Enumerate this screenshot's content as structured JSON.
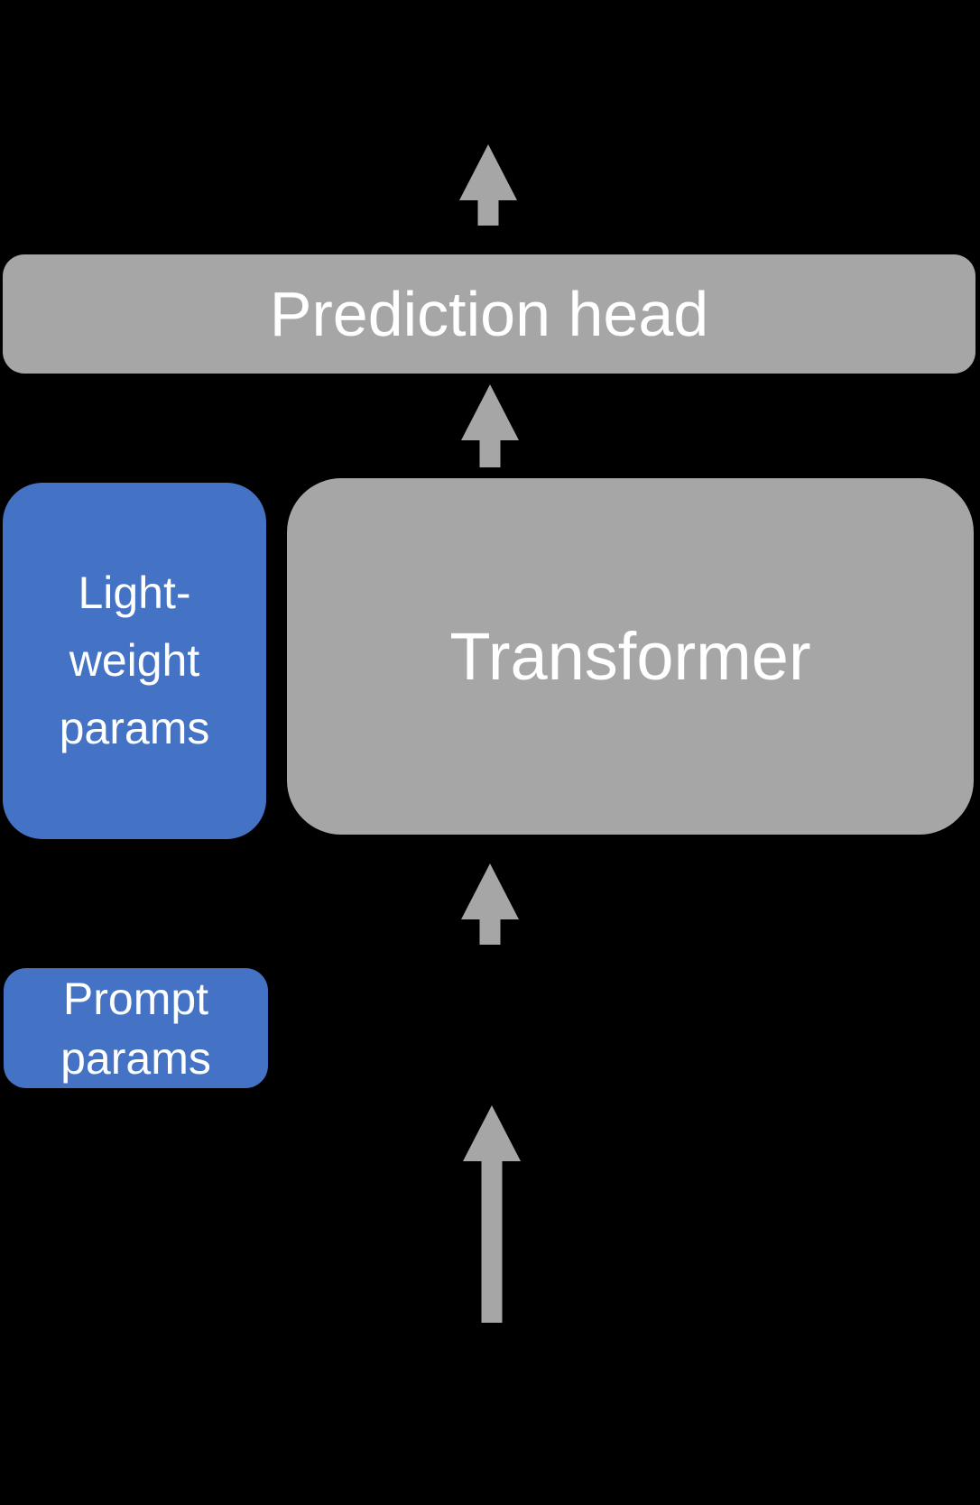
{
  "diagram": {
    "title": "prompt-tuning architecture diagram",
    "background_color": "#000000",
    "colors": {
      "box_gray": "#a6a6a6",
      "box_blue": "#4472c4",
      "arrow_gray": "#a6a6a6",
      "label_text": "#ffffff"
    },
    "nodes": {
      "prediction_head": {
        "label": "Prediction head",
        "color": "#a6a6a6"
      },
      "transformer": {
        "label": "Transformer",
        "color": "#a6a6a6"
      },
      "lightweight_params": {
        "label": "Light-\nweight\nparams",
        "color": "#4472c4"
      },
      "prompt_params": {
        "label": "Prompt\nparams",
        "color": "#4472c4"
      }
    },
    "arrows": [
      {
        "name": "output-arrow",
        "from": "prediction_head",
        "to": "output"
      },
      {
        "name": "transformer-to-head-arrow",
        "from": "transformer",
        "to": "prediction_head"
      },
      {
        "name": "input-to-transformer-arrow",
        "from": "input",
        "to": "transformer"
      },
      {
        "name": "input-arrow",
        "from": "input",
        "to": ""
      }
    ]
  }
}
